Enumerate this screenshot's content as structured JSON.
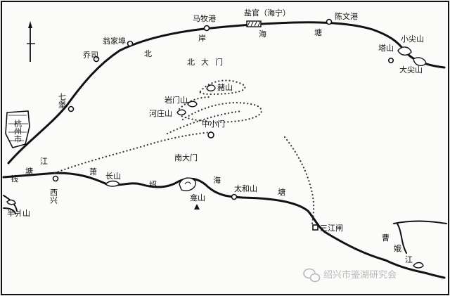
{
  "towns": {
    "yanguan": "盐官（海宁）",
    "mamugang": "马牧港",
    "chenwengang": "陈文港",
    "wengjiabu": "翁家埠",
    "qiaosi": "乔司",
    "qibao": "七堡",
    "hangzhou": "杭州市",
    "xixing": "西兴",
    "sanjiangzha": "三江闸"
  },
  "coast_text": {
    "north_bank_1": "北",
    "north_bank_2": "岸",
    "north_sea": "海",
    "north_tang": "塘",
    "xiao": "萧",
    "shao": "绍",
    "south_sea": "海",
    "south_tang": "塘",
    "qiantang_1": "钱",
    "qiantang_2": "塘",
    "qiantang_3": "江",
    "caoe_1": "曹",
    "caoe_2": "娥",
    "caoe_3": "江"
  },
  "channels": {
    "north": "北大门",
    "middle": "中小门",
    "south": "南大门"
  },
  "hills": {
    "xiaojianshan": "小尖山",
    "tanshan": "塔山",
    "dajianshan": "大尖山",
    "kanshan": "赭山",
    "yanmenshan": "岩门山",
    "hezhuangshan": "河庄山",
    "changshan": "长山",
    "kanshan_south": "龛山",
    "taihesan": "太和山",
    "banshanshan": "半爿山"
  },
  "watermark": {
    "icon": "wechat-icon",
    "text": "绍兴市鉴湖研究会"
  },
  "colors": {
    "ink": "#111111",
    "paper": "#fbfbf9",
    "watermark": "#b8b8b8"
  }
}
